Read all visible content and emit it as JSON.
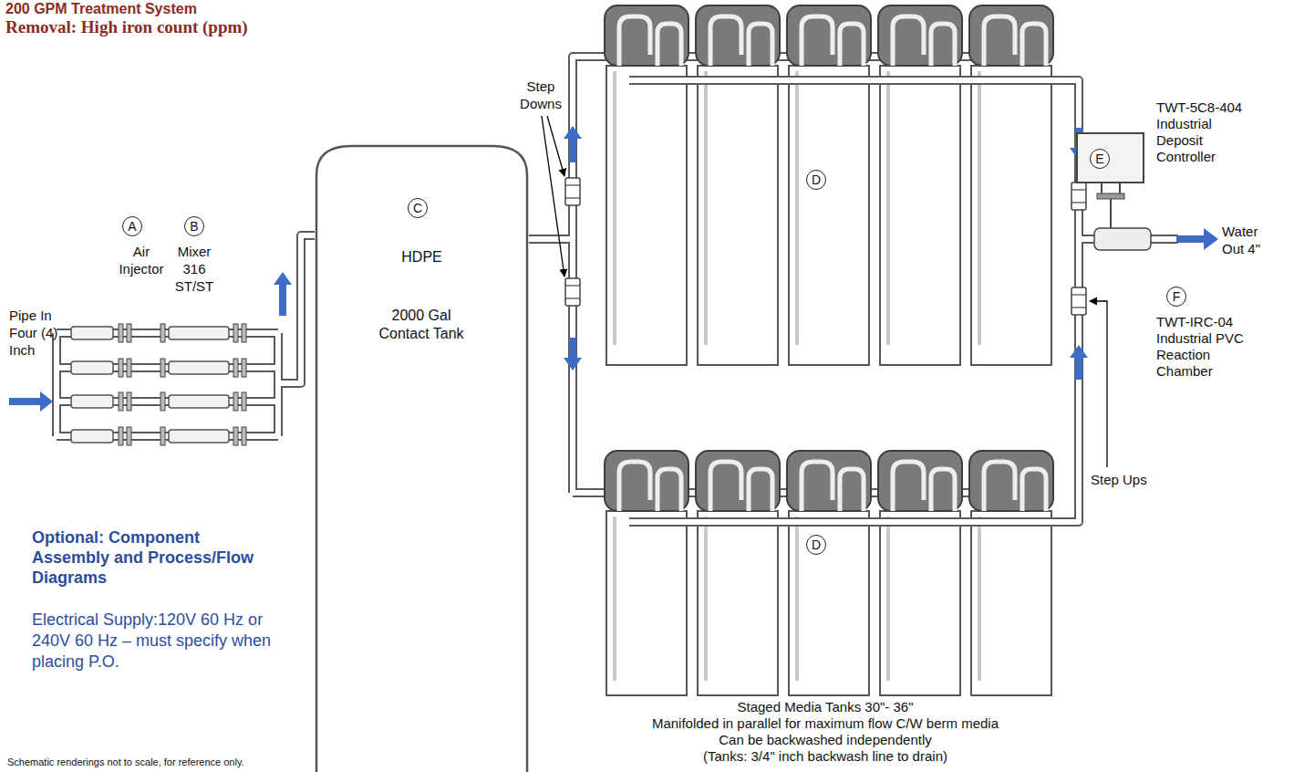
{
  "diagram": {
    "title": "200 GPM Treatment System",
    "nodes": [
      {
        "text": [
          "A"
        ]
      },
      {
        "text": [
          "B"
        ]
      },
      {
        "text": [
          "HDPE",
          "2000 Gal Contact Tank"
        ]
      },
      {
        "text": [
          "C"
        ],
        "in": 2
      },
      {
        "text": [
          "D"
        ]
      },
      {
        "text": [
          "D"
        ]
      },
      {
        "text": [
          "TWT-5C8-404 Industrial Deposit Controller"
        ]
      },
      {
        "text": [
          "E"
        ],
        "in": 6
      },
      {
        "text": [
          "F"
        ]
      }
    ],
    "labels": [
      "Removal: High iron count (ppm)",
      "Pipe In Four (4) Inch",
      "Air Injector",
      "Mixer 316 ST/ST",
      "Step Downs",
      "Water Out 4\"",
      "TWT-IRC-04 Industrial PVC Reaction Chamber",
      "Step Ups",
      "Optional: Component Assembly and Process/Flow Diagrams",
      "Electrical Supply:120V 60 Hz or 240V 60 Hz – must specify when placing P.O.",
      "Staged Media Tanks 30\"- 36\"",
      "Manifolded in parallel for maximum flow C/W berm media",
      "Can be backwashed independently",
      "(Tanks: 3/4\" inch backwash line to drain)",
      "Schematic renderings not to scale, for reference only."
    ]
  }
}
